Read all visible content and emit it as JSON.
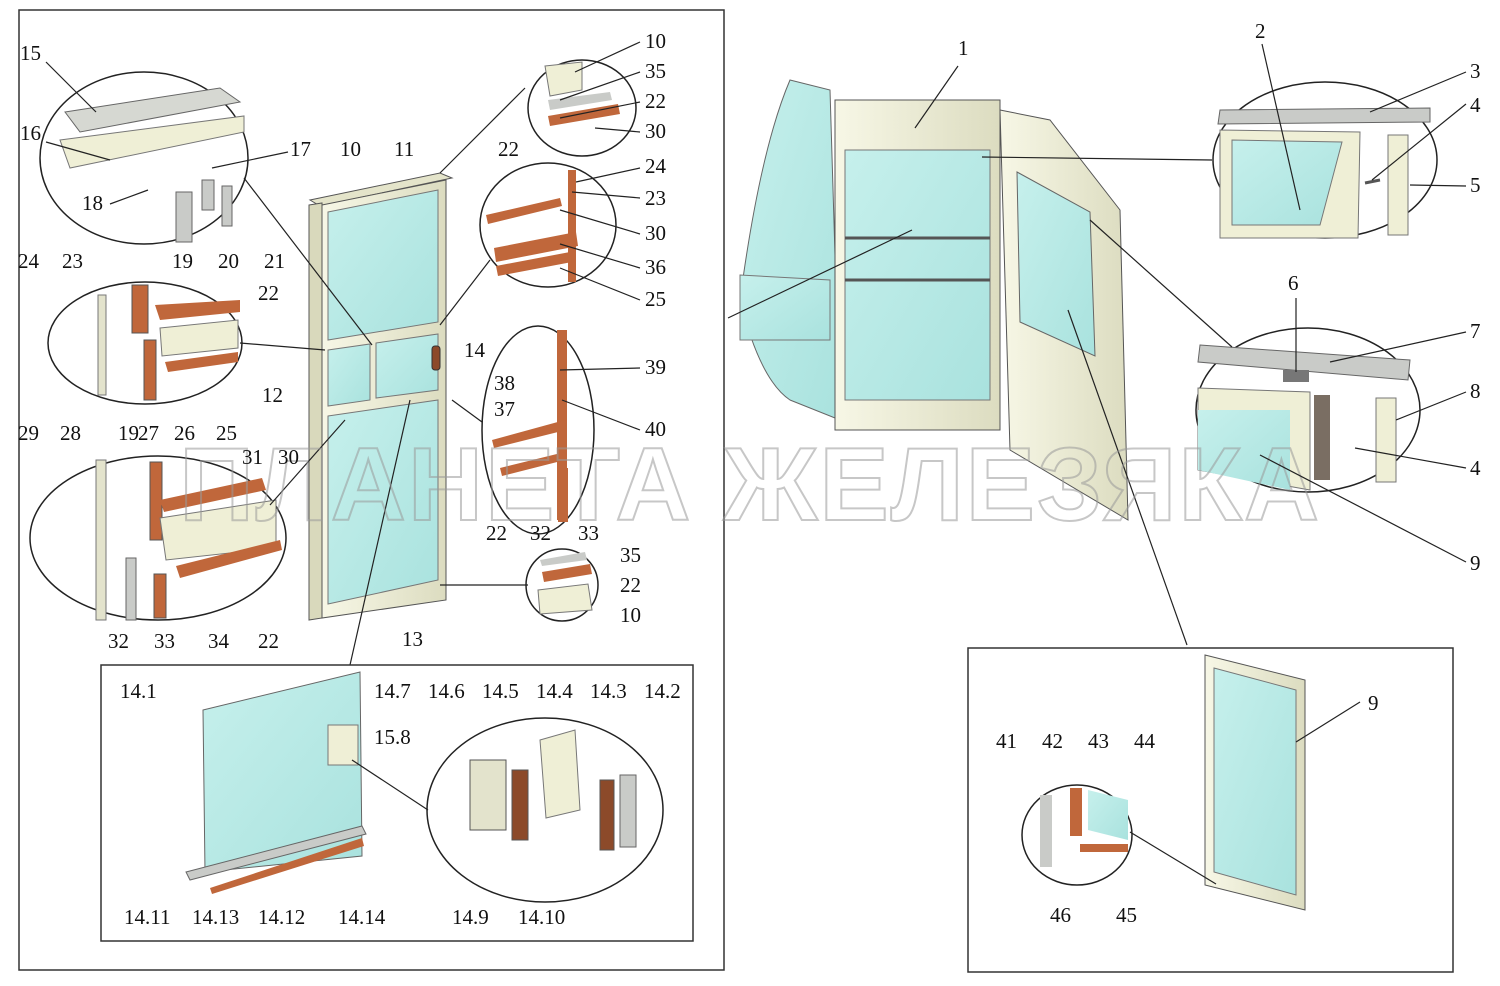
{
  "watermark": "ПЛАНЕТА ЖЕЛЕЗЯКА",
  "colors": {
    "glass": "#b8eae6",
    "frame": "#efefd6",
    "seal": "#c0673b",
    "outline": "#333333",
    "metal": "#c9cbc8"
  },
  "labels": [
    {
      "id": "1",
      "text": "1"
    },
    {
      "id": "2",
      "text": "2"
    },
    {
      "id": "3",
      "text": "3"
    },
    {
      "id": "4a",
      "text": "4"
    },
    {
      "id": "5",
      "text": "5"
    },
    {
      "id": "6",
      "text": "6"
    },
    {
      "id": "7",
      "text": "7"
    },
    {
      "id": "8",
      "text": "8"
    },
    {
      "id": "4b",
      "text": "4"
    },
    {
      "id": "9a",
      "text": "9"
    },
    {
      "id": "9b",
      "text": "9"
    },
    {
      "id": "10a",
      "text": "10"
    },
    {
      "id": "10b",
      "text": "10"
    },
    {
      "id": "10c",
      "text": "10"
    },
    {
      "id": "11",
      "text": "11"
    },
    {
      "id": "12",
      "text": "12"
    },
    {
      "id": "13",
      "text": "13"
    },
    {
      "id": "14",
      "text": "14"
    },
    {
      "id": "15",
      "text": "15"
    },
    {
      "id": "16",
      "text": "16"
    },
    {
      "id": "17",
      "text": "17"
    },
    {
      "id": "18",
      "text": "18"
    },
    {
      "id": "19a",
      "text": "19"
    },
    {
      "id": "19b",
      "text": "19"
    },
    {
      "id": "20",
      "text": "20"
    },
    {
      "id": "21",
      "text": "21"
    },
    {
      "id": "22a",
      "text": "22"
    },
    {
      "id": "22b",
      "text": "22"
    },
    {
      "id": "22c",
      "text": "22"
    },
    {
      "id": "22d",
      "text": "22"
    },
    {
      "id": "22e",
      "text": "22"
    },
    {
      "id": "22f",
      "text": "22"
    },
    {
      "id": "23a",
      "text": "23"
    },
    {
      "id": "23b",
      "text": "23"
    },
    {
      "id": "24a",
      "text": "24"
    },
    {
      "id": "24b",
      "text": "24"
    },
    {
      "id": "25a",
      "text": "25"
    },
    {
      "id": "25b",
      "text": "25"
    },
    {
      "id": "26",
      "text": "26"
    },
    {
      "id": "27",
      "text": "27"
    },
    {
      "id": "28",
      "text": "28"
    },
    {
      "id": "29",
      "text": "29"
    },
    {
      "id": "30a",
      "text": "30"
    },
    {
      "id": "30b",
      "text": "30"
    },
    {
      "id": "30c",
      "text": "30"
    },
    {
      "id": "31",
      "text": "31"
    },
    {
      "id": "32a",
      "text": "32"
    },
    {
      "id": "32b",
      "text": "32"
    },
    {
      "id": "33a",
      "text": "33"
    },
    {
      "id": "33b",
      "text": "33"
    },
    {
      "id": "34",
      "text": "34"
    },
    {
      "id": "35a",
      "text": "35"
    },
    {
      "id": "35b",
      "text": "35"
    },
    {
      "id": "36",
      "text": "36"
    },
    {
      "id": "37",
      "text": "37"
    },
    {
      "id": "38",
      "text": "38"
    },
    {
      "id": "39",
      "text": "39"
    },
    {
      "id": "40",
      "text": "40"
    },
    {
      "id": "14.1",
      "text": "14.1"
    },
    {
      "id": "14.2",
      "text": "14.2"
    },
    {
      "id": "14.3",
      "text": "14.3"
    },
    {
      "id": "14.4",
      "text": "14.4"
    },
    {
      "id": "14.5",
      "text": "14.5"
    },
    {
      "id": "14.6",
      "text": "14.6"
    },
    {
      "id": "14.7",
      "text": "14.7"
    },
    {
      "id": "15.8",
      "text": "15.8"
    },
    {
      "id": "14.9",
      "text": "14.9"
    },
    {
      "id": "14.10",
      "text": "14.10"
    },
    {
      "id": "14.11",
      "text": "14.11"
    },
    {
      "id": "14.12",
      "text": "14.12"
    },
    {
      "id": "14.13",
      "text": "14.13"
    },
    {
      "id": "14.14",
      "text": "14.14"
    },
    {
      "id": "41",
      "text": "41"
    },
    {
      "id": "42",
      "text": "42"
    },
    {
      "id": "43",
      "text": "43"
    },
    {
      "id": "44",
      "text": "44"
    },
    {
      "id": "45",
      "text": "45"
    },
    {
      "id": "46",
      "text": "46"
    }
  ]
}
